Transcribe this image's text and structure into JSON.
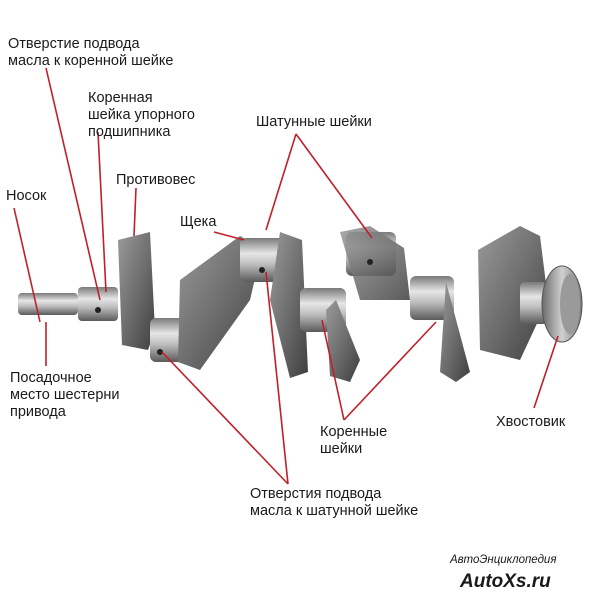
{
  "labels": {
    "oil_hole_main": "Отверстие подвода\nмасла к коренной шейке",
    "thrust_journal": "Коренная\nшейка упорного\nподшипника",
    "counterweight": "Противовес",
    "nose": "Носок",
    "cheek": "Щека",
    "crankpins": "Шатунные шейки",
    "gear_seat": "Посадочное\nместо шестерни\nпривода",
    "main_journals": "Коренные\nшейки",
    "tail": "Хвостовик",
    "oil_hole_pin": "Отверстия подвода\nмасла к шатунной шейке"
  },
  "brand": {
    "subtitle": "АвтоЭнциклопедия",
    "site": "AutoXs.ru"
  },
  "colors": {
    "leader": "#c0202a",
    "metal_dark": "#4a4a4a",
    "metal_mid": "#8c8c8c",
    "metal_light": "#d8d8d8"
  }
}
